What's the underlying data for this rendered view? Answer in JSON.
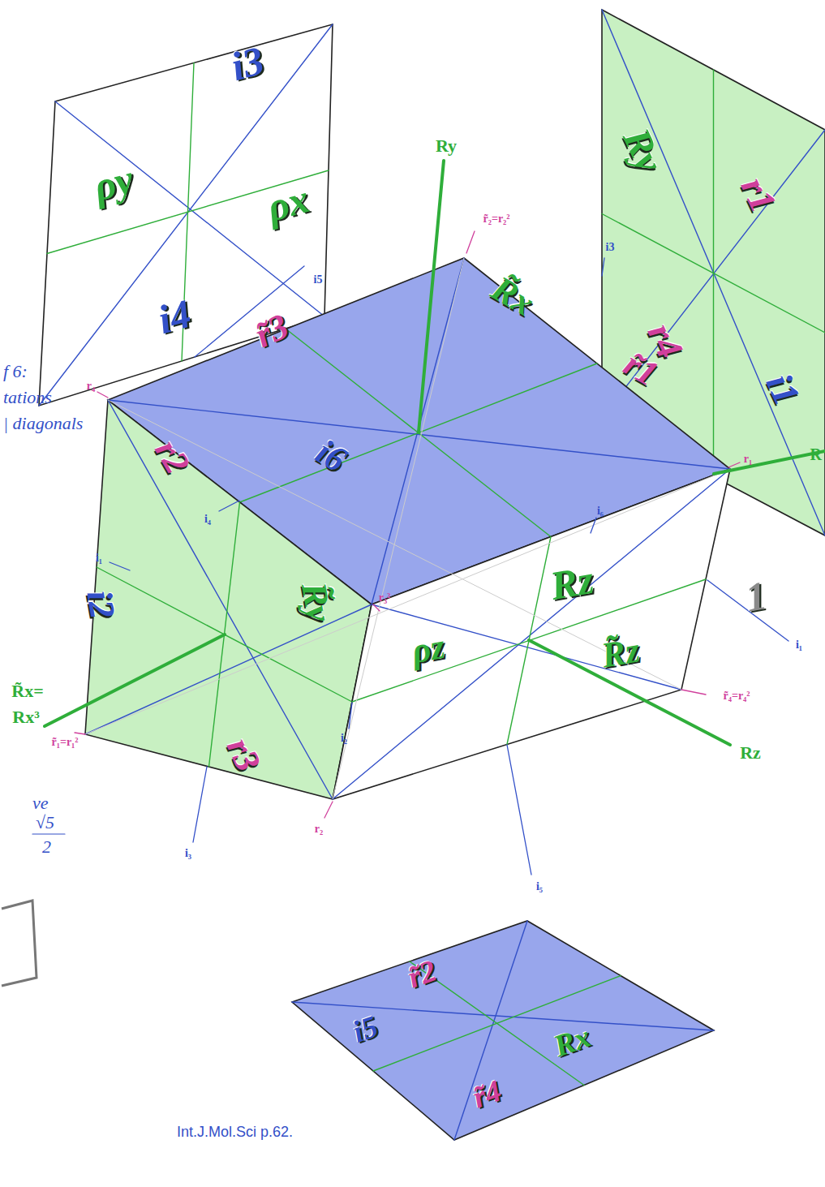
{
  "diagram": {
    "caption": "Int.J.Mol.Sci p.62.",
    "labels": [
      "i3",
      "ρy",
      "ρx",
      "i4",
      "i5",
      "Ry",
      "r1",
      "r4",
      "i1",
      "i3",
      "r̃3",
      "R̃x",
      "i6",
      "r̃1",
      "r2",
      "i2",
      "R̃y",
      "r3",
      "Rz",
      "1",
      "ρz",
      "R̃z",
      "r̃2",
      "i5",
      "Rx",
      "r̃4",
      "Ry",
      "R",
      "R̃x=",
      "Rx³",
      "Rz",
      "r̃₂=r₂²",
      "r₄",
      "r₁",
      "i₄",
      "i₁",
      "i₆",
      "r₃²",
      "i₁",
      "i₂",
      "r̃₁=r₁²",
      "r̃₄=r₄²",
      "i₃",
      "r₂",
      "i₅",
      "f 6:",
      "tations",
      "| diagonals",
      "ve",
      "√5",
      "2"
    ]
  }
}
